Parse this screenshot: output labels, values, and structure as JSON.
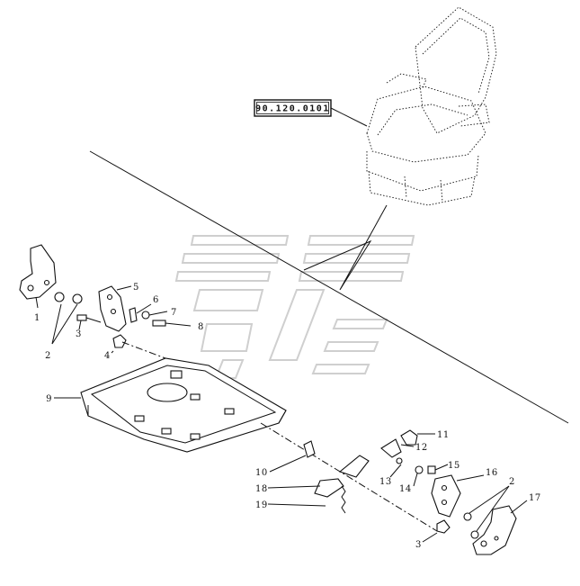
{
  "reference_label": "90.120.0101",
  "callouts": [
    {
      "id": "c1",
      "text": "1"
    },
    {
      "id": "c2a",
      "text": "2"
    },
    {
      "id": "c3a",
      "text": "3"
    },
    {
      "id": "c4",
      "text": "4"
    },
    {
      "id": "c5",
      "text": "5"
    },
    {
      "id": "c6",
      "text": "6"
    },
    {
      "id": "c7",
      "text": "7"
    },
    {
      "id": "c8",
      "text": "8"
    },
    {
      "id": "c9",
      "text": "9"
    },
    {
      "id": "c10",
      "text": "10"
    },
    {
      "id": "c11",
      "text": "11"
    },
    {
      "id": "c12",
      "text": "12"
    },
    {
      "id": "c13",
      "text": "13"
    },
    {
      "id": "c14",
      "text": "14"
    },
    {
      "id": "c15",
      "text": "15"
    },
    {
      "id": "c16",
      "text": "16"
    },
    {
      "id": "c2b",
      "text": "2"
    },
    {
      "id": "c17",
      "text": "17"
    },
    {
      "id": "c3b",
      "text": "3"
    },
    {
      "id": "c18",
      "text": "18"
    },
    {
      "id": "c19",
      "text": "19"
    }
  ]
}
